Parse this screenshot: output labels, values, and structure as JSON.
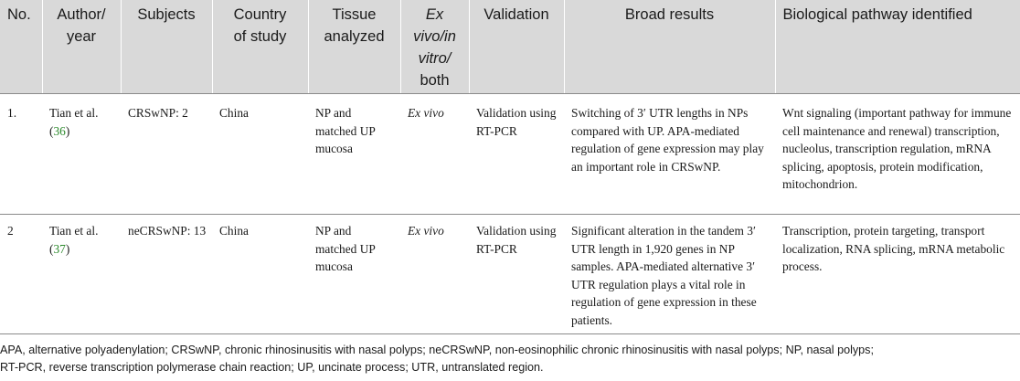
{
  "table": {
    "headers": {
      "no": "No.",
      "author_line1": "Author/",
      "author_line2": "year",
      "subjects": "Subjects",
      "country_line1": "Country",
      "country_line2": "of study",
      "tissue_line1": "Tissue",
      "tissue_line2": "analyzed",
      "exvivo_line1": "Ex",
      "exvivo_line2": "vivo/in",
      "exvivo_line3": "vitro/",
      "exvivo_line4": "both",
      "validation": "Validation",
      "broad_results": "Broad results",
      "pathway": "Biological pathway identified"
    },
    "rows": [
      {
        "no": "1.",
        "author": "Tian et al.",
        "ref": "36",
        "subjects": "CRSwNP: 2",
        "country": "China",
        "tissue": "NP and matched UP mucosa",
        "exvivo": "Ex vivo",
        "validation": "Validation using RT-PCR",
        "results": "Switching of 3′ UTR lengths in NPs compared with UP. APA-mediated regulation of gene expression may play an important role in CRSwNP.",
        "pathway": "Wnt signaling (important pathway for immune cell maintenance and renewal) transcription, nucleolus, transcription regulation, mRNA splicing, apoptosis, protein modification, mitochondrion."
      },
      {
        "no": "2",
        "author": "Tian et al.",
        "ref": "37",
        "subjects": "neCRSwNP: 13",
        "country": "China",
        "tissue": "NP and matched UP mucosa",
        "exvivo": "Ex vivo",
        "validation": "Validation using RT-PCR",
        "results": "Significant alteration in the tandem 3′ UTR length in 1,920 genes in NP samples. APA-mediated alternative 3′ UTR regulation plays a vital role in regulation of gene expression in these patients.",
        "pathway": "Transcription, protein targeting, transport localization, RNA splicing, mRNA metabolic process."
      }
    ]
  },
  "footnote": {
    "line1": "APA, alternative polyadenylation; CRSwNP, chronic rhinosinusitis with nasal polyps; neCRSwNP, non-eosinophilic chronic rhinosinusitis with nasal polyps; NP, nasal polyps;",
    "line2": "RT-PCR, reverse transcription polymerase chain reaction; UP, uncinate process; UTR, untranslated region."
  }
}
